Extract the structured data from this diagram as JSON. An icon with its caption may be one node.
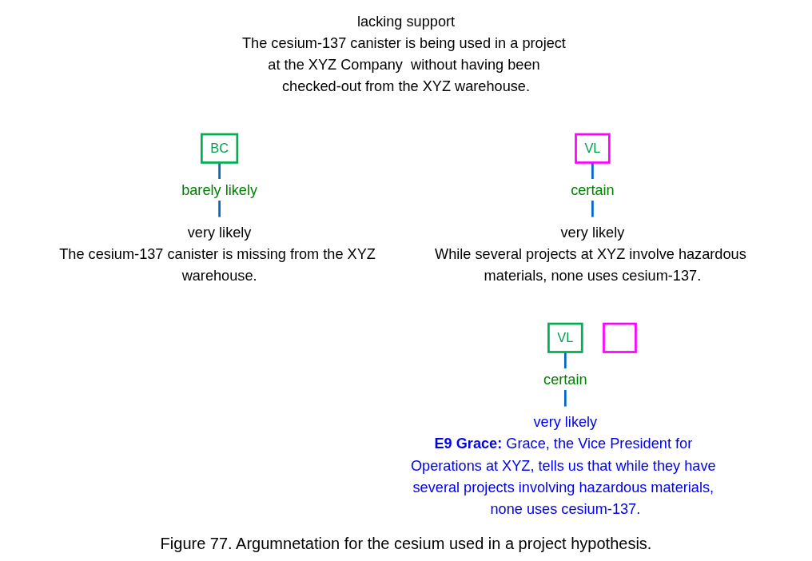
{
  "diagram": {
    "caption": "Figure 77. Argumnetation for the cesium used in a project hypothesis.",
    "nodes": [
      {
        "text": [
          "lacking support",
          "The cesium-137 canister is being used in a project at the XYZ Company  without having been checked-out from the XYZ warehouse."
        ]
      },
      {
        "text": [
          "BC"
        ]
      },
      {
        "text": [
          "VL"
        ]
      },
      {
        "text": [
          "very likely",
          "The cesium-137 canister is missing from the XYZ warehouse."
        ]
      },
      {
        "text": [
          "very likely",
          "While several projects at XYZ involve hazardous materials, none uses cesium-137."
        ]
      },
      {
        "text": [
          "VL"
        ]
      },
      {
        "text": [],
        "shape": "box"
      },
      {
        "text": [
          "very likely",
          "**E9 Grace:** Grace, the Vice President for Operations at XYZ, tells us that while they have several projects involving hazardous materials, none uses cesium-137."
        ]
      }
    ],
    "edges": [
      {
        "from": 1,
        "to": 3,
        "arrow": "none",
        "label": "barely likely",
        "color": "#0066cc"
      },
      {
        "from": 2,
        "to": 4,
        "arrow": "none",
        "label": "certain",
        "color": "#0066cc"
      },
      {
        "from": 5,
        "to": 7,
        "arrow": "none",
        "label": "certain",
        "color": "#0066cc"
      }
    ]
  }
}
